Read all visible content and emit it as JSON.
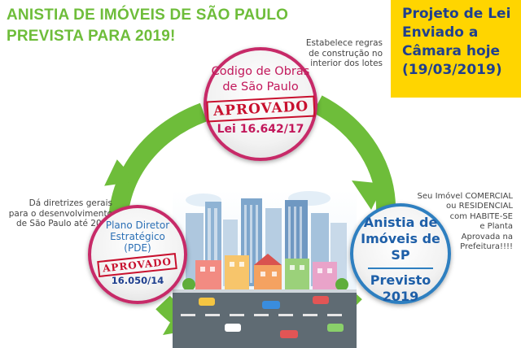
{
  "headline": {
    "line1": "ANISTIA DE IMÓVEIS DE SÃO PAULO",
    "line2": "PREVISTA PARA  2019!"
  },
  "notice_box": {
    "line1": "Projeto de Lei",
    "line2": "Enviado a",
    "line3": "Câmara hoje",
    "line4": "(19/03/2019)"
  },
  "notes": {
    "top": [
      "Estabelece regras",
      "de construção no",
      "interior dos lotes"
    ],
    "left": [
      "Dá diretrizes gerais",
      "para o desenvolvimento",
      "de São Paulo até 2029"
    ],
    "right": [
      "Seu Imóvel COMERCIAL",
      "ou RESIDENCIAL",
      "com HABITE-SE",
      "e Planta",
      "Aprovada na",
      "Prefeitura!!!!"
    ]
  },
  "nodes": {
    "codigo": {
      "title1": "Codigo de Obras",
      "title2": "de São Paulo",
      "stamp": "APROVADO",
      "law": "Lei 16.642/17"
    },
    "pde": {
      "title1": "Plano Diretor",
      "title2": "Estratégico",
      "title3": "(PDE)",
      "stamp": "APROVADO",
      "law": "16.050/14"
    },
    "anistia": {
      "title1": "Anistia de",
      "title2": "Imóveis de SP",
      "status": "Previsto",
      "year": "2019"
    }
  },
  "colors": {
    "green": "#6ebd3a",
    "magenta": "#c2185b",
    "blue": "#1e5fa8",
    "yellow": "#ffd500",
    "stamp_red": "#c8102e"
  },
  "icons": [
    "cycle-arrow-icon",
    "city-illustration"
  ]
}
